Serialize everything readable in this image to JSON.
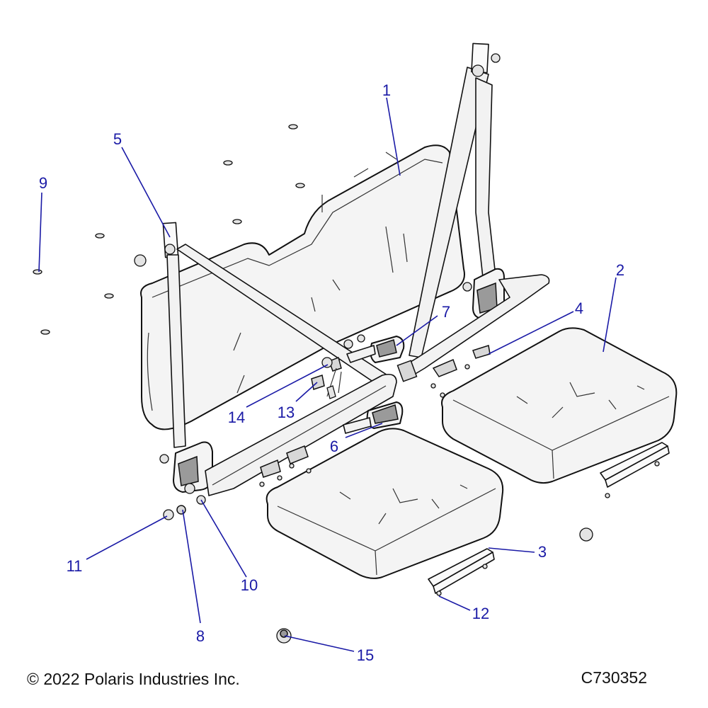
{
  "footer": {
    "copyright": "© 2022 Polaris Industries Inc.",
    "figure_code": "C730352"
  },
  "callouts": {
    "c1": "1",
    "c2": "2",
    "c3": "3",
    "c4": "4",
    "c5": "5",
    "c6": "6",
    "c7": "7",
    "c8": "8",
    "c9": "9",
    "c10": "10",
    "c11": "11",
    "c12": "12",
    "c13": "13",
    "c14": "14",
    "c15": "15"
  },
  "colors": {
    "callout": "#1a1aa6",
    "line_art": "#111111",
    "background": "#ffffff"
  }
}
